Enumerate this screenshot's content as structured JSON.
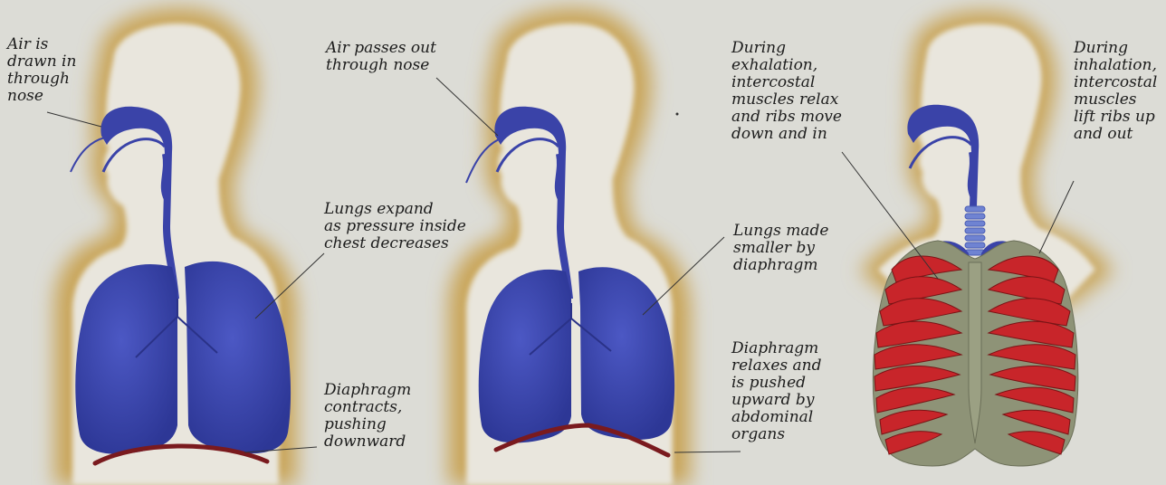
{
  "colors": {
    "background": "#dcdcd6",
    "silhouette": "#c9a558",
    "airway": "#3a43a8",
    "lung": "#3b46b0",
    "diaphragm": "#7a1a1e",
    "ribs_muscle": "#c8252a",
    "bone": "#8e9377",
    "trachea": "#6f83d2",
    "leader": "#333333"
  },
  "icons": [
    "head-silhouette",
    "airway",
    "lungs",
    "diaphragm",
    "rib-cage",
    "trachea"
  ],
  "labels": {
    "inhale_air_in": "Air is\ndrawn in\nthrough\nnose",
    "lungs_expand": "Lungs expand\nas pressure inside\nchest decreases",
    "diaphragm_contracts": "Diaphragm\ncontracts,\npushing\ndownward",
    "air_out": "Air passes out\nthrough nose",
    "lungs_smaller": "Lungs made\nsmaller by\ndiaphragm",
    "diaphragm_relaxes": "Diaphragm\nrelaxes and\nis pushed\nupward by\nabdominal\norgans",
    "exhalation_ribs": "During\nexhalation,\nintercostal\nmuscles relax\nand ribs move\ndown and in",
    "inhalation_ribs": "During\ninhalation,\nintercostal\nmuscles\nlift ribs up\nand out"
  }
}
